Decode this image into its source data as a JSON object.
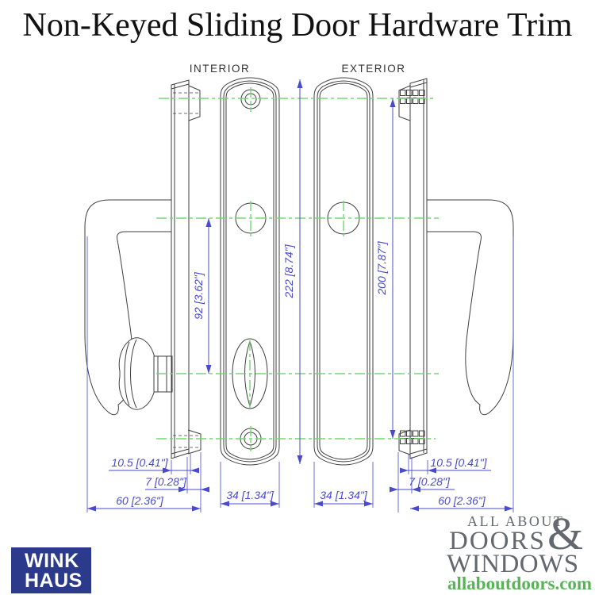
{
  "title": "Non-Keyed Sliding Door Hardware Trim",
  "labels": {
    "interior": "INTERIOR",
    "exterior": "EXTERIOR"
  },
  "dimensions": {
    "offset": "10.5 [0.41\"]",
    "thickness": "7 [0.28\"]",
    "depth": "60 [2.36\"]",
    "plate_width": "34 [1.34\"]",
    "turn_spacing": "92 [3.62\"]",
    "plate_height": "222 [8.74\"]",
    "fixing_spacing": "200 [7.87\"]"
  },
  "colors": {
    "dimension_blue": "#4a4ace",
    "centerline_green": "#72d872",
    "drawing_line": "#3f3f3f",
    "winkhaus_blue": "#2c3a8c",
    "logo_gray": "#63686f",
    "logo_green": "#56b456"
  },
  "logos": {
    "winkhaus": {
      "line1": "WINK",
      "line2": "HAUS"
    },
    "all_about": {
      "line1": "ALL ABOUT",
      "ampersand": "&",
      "line2": "DOORS",
      "line3": "WINDOWS",
      "url": "allaboutdoors.com"
    }
  }
}
